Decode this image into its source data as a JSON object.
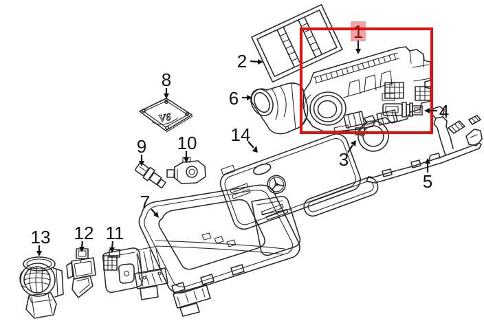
{
  "diagram": {
    "description_labels_only": "numbered exploded parts diagram",
    "background_color": "#ffffff",
    "line_color": "#2b2b2b",
    "label_color": "#111111",
    "selection_box_color": "#e60f12",
    "selected_label_bg": "#f1a3a3",
    "selected_label_color": "#7c1412",
    "selected_part": "1",
    "v6_badge_text": "V6",
    "part_labels": [
      "1",
      "2",
      "3",
      "4",
      "5",
      "6",
      "7",
      "8",
      "9",
      "10",
      "11",
      "12",
      "13",
      "14"
    ]
  }
}
